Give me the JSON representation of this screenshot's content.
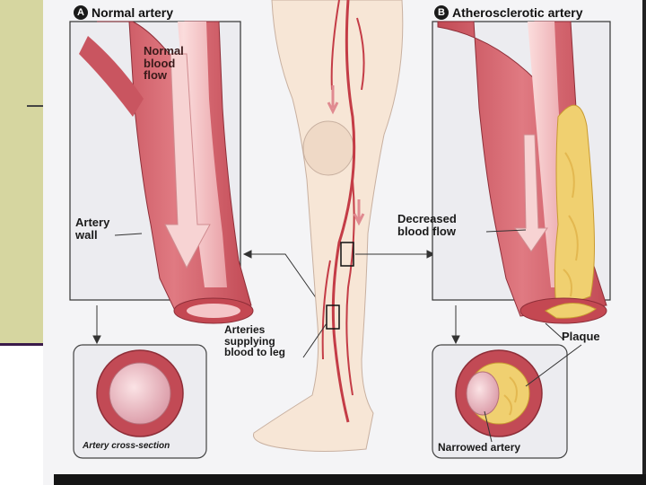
{
  "panel_a": {
    "letter": "A",
    "title": "Normal artery",
    "flow_label": "Normal\nblood\nflow",
    "wall_label": "Artery\nwall",
    "cross_section_label": "Artery cross-section"
  },
  "panel_b": {
    "letter": "B",
    "title": "Atherosclerotic artery",
    "flow_label": "Decreased\nblood flow",
    "plaque_label": "Plaque",
    "narrowed_label": "Narrowed artery"
  },
  "leg": {
    "supply_label": "Arteries\nsupplying\nblood to leg"
  },
  "colors": {
    "artery_dark": "#b8404c",
    "artery_mid": "#d9626c",
    "artery_light": "#f1b8b8",
    "plaque": "#f0d070",
    "skin": "#f7e6d6",
    "panel_bg": "#ececf0"
  }
}
